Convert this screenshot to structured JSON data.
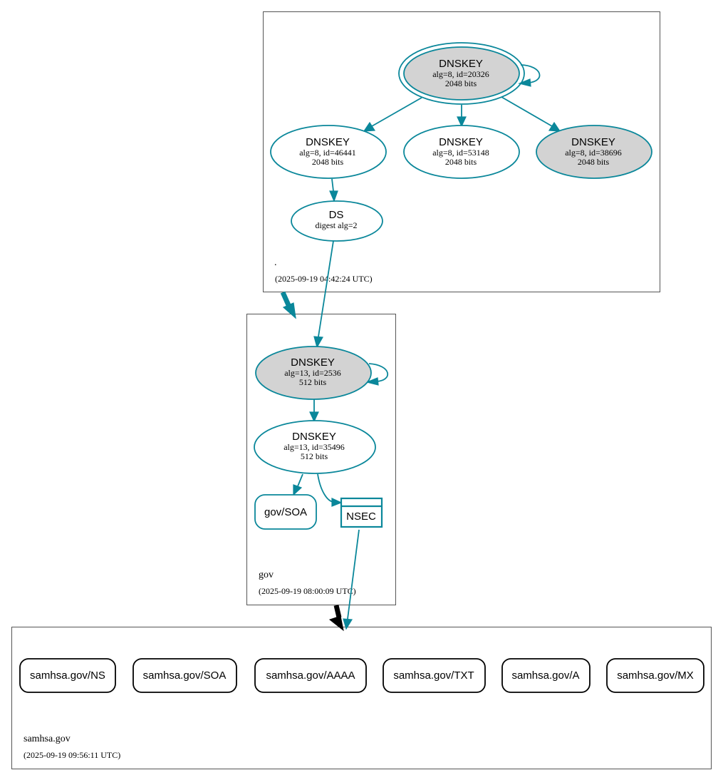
{
  "colors": {
    "edge": "#0a879a",
    "ksk_fill": "#d3d3d3",
    "zsk_fill": "#ffffff",
    "delegation_insecure": "#000000"
  },
  "zones": {
    "root": {
      "name": ".",
      "timestamp": "(2025-09-19 04:42:24 UTC)"
    },
    "gov": {
      "name": "gov",
      "timestamp": "(2025-09-19 08:00:09 UTC)"
    },
    "samhsa": {
      "name": "samhsa.gov",
      "timestamp": "(2025-09-19 09:56:11 UTC)"
    }
  },
  "nodes": {
    "root_ksk": {
      "title": "DNSKEY",
      "line1": "alg=8, id=20326",
      "line2": "2048 bits"
    },
    "root_zsk1": {
      "title": "DNSKEY",
      "line1": "alg=8, id=46441",
      "line2": "2048 bits"
    },
    "root_zsk2": {
      "title": "DNSKEY",
      "line1": "alg=8, id=53148",
      "line2": "2048 bits"
    },
    "root_ksk2": {
      "title": "DNSKEY",
      "line1": "alg=8, id=38696",
      "line2": "2048 bits"
    },
    "root_ds": {
      "title": "DS",
      "line1": "digest alg=2"
    },
    "gov_ksk": {
      "title": "DNSKEY",
      "line1": "alg=13, id=2536",
      "line2": "512 bits"
    },
    "gov_zsk": {
      "title": "DNSKEY",
      "line1": "alg=13, id=35496",
      "line2": "512 bits"
    },
    "gov_soa": {
      "label": "gov/SOA"
    },
    "gov_nsec": {
      "label": "NSEC"
    }
  },
  "records": [
    "samhsa.gov/NS",
    "samhsa.gov/SOA",
    "samhsa.gov/AAAA",
    "samhsa.gov/TXT",
    "samhsa.gov/A",
    "samhsa.gov/MX"
  ]
}
